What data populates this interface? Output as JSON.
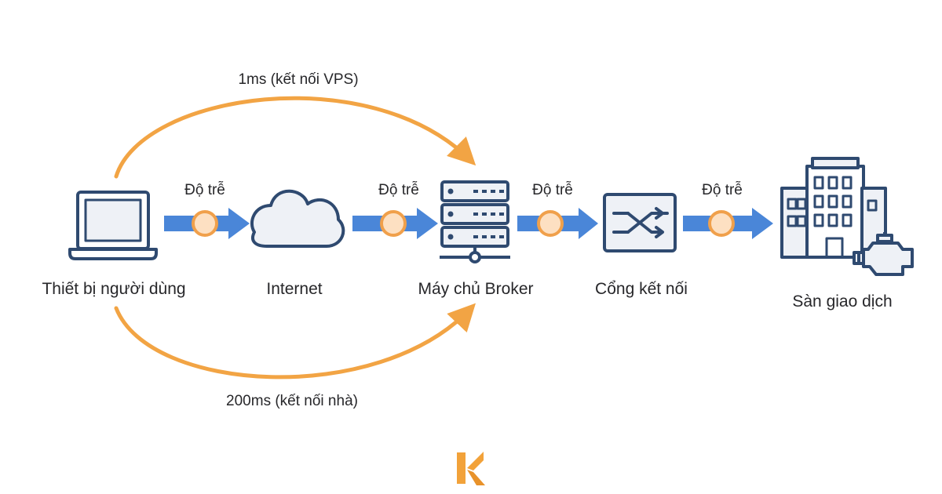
{
  "diagram": {
    "nodes": [
      {
        "id": "user-device",
        "label": "Thiết bị người dùng",
        "icon": "laptop-icon"
      },
      {
        "id": "internet",
        "label": "Internet",
        "icon": "cloud-icon"
      },
      {
        "id": "broker-server",
        "label": "Máy chủ Broker",
        "icon": "server-icon"
      },
      {
        "id": "gateway",
        "label": "Cổng kết nối",
        "icon": "switch-icon"
      },
      {
        "id": "exchange",
        "label": "Sàn giao dịch",
        "icon": "building-icon"
      }
    ],
    "delay_labels": [
      "Độ trễ",
      "Độ trễ",
      "Độ trễ",
      "Độ trễ"
    ],
    "routes": {
      "vps": "1ms (kết nối VPS)",
      "home": "200ms (kết nối nhà)"
    },
    "colors": {
      "arrow_blue": "#4a86d8",
      "curve_orange": "#f2a444",
      "dot_fill": "#fde0c2",
      "dot_stroke": "#f0a04b",
      "icon_stroke": "#2f4a70",
      "icon_fill": "#eef1f6",
      "logo_orange": "#f2a23a"
    }
  },
  "brand": {
    "logo_icon": "k-logo-icon"
  }
}
